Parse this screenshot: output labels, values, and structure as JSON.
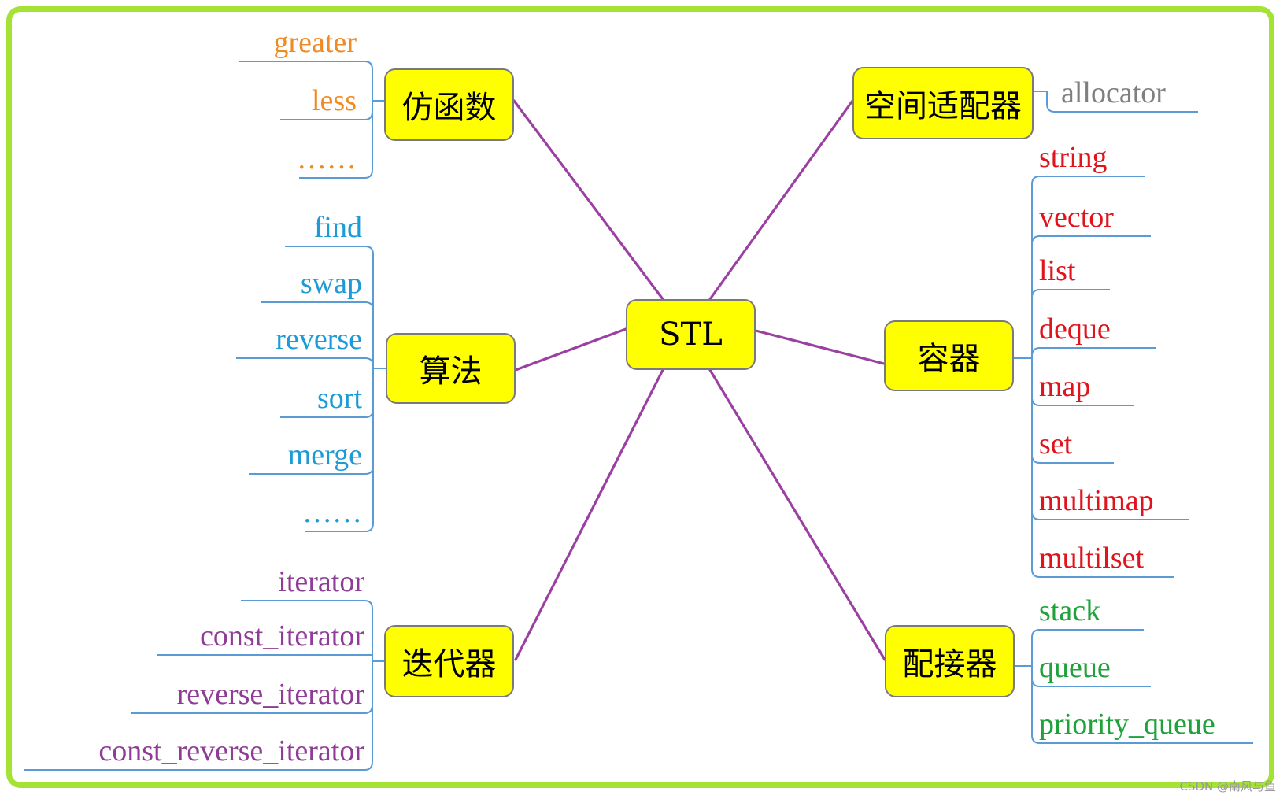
{
  "center": {
    "label": "STL"
  },
  "colors": {
    "node_fill": "#ffff00",
    "connector": "#9b3fa3",
    "branch": "#5b9bd5",
    "frame": "#a4e233",
    "functor": "#f08a24",
    "algorithm": "#1d9bd6",
    "iterator": "#8e3c96",
    "allocator": "#7f7f7f",
    "container": "#e0141c",
    "adapter": "#1fa23a"
  },
  "branches": {
    "functor": {
      "label": "仿函数",
      "items": [
        "greater",
        "less",
        "……"
      ]
    },
    "algorithm": {
      "label": "算法",
      "items": [
        "find",
        "swap",
        "reverse",
        "sort",
        "merge",
        "……"
      ]
    },
    "iterator": {
      "label": "迭代器",
      "items": [
        "iterator",
        "const_iterator",
        "reverse_iterator",
        "const_reverse_iterator"
      ]
    },
    "allocator": {
      "label": "空间适配器",
      "items": [
        "allocator"
      ]
    },
    "container": {
      "label": "容器",
      "items": [
        "string",
        "vector",
        "list",
        "deque",
        "map",
        "set",
        "multimap",
        "multilset"
      ]
    },
    "adapter": {
      "label": "配接器",
      "items": [
        "stack",
        "queue",
        "priority_queue"
      ]
    }
  },
  "watermark": "CSDN @南风与鱼"
}
